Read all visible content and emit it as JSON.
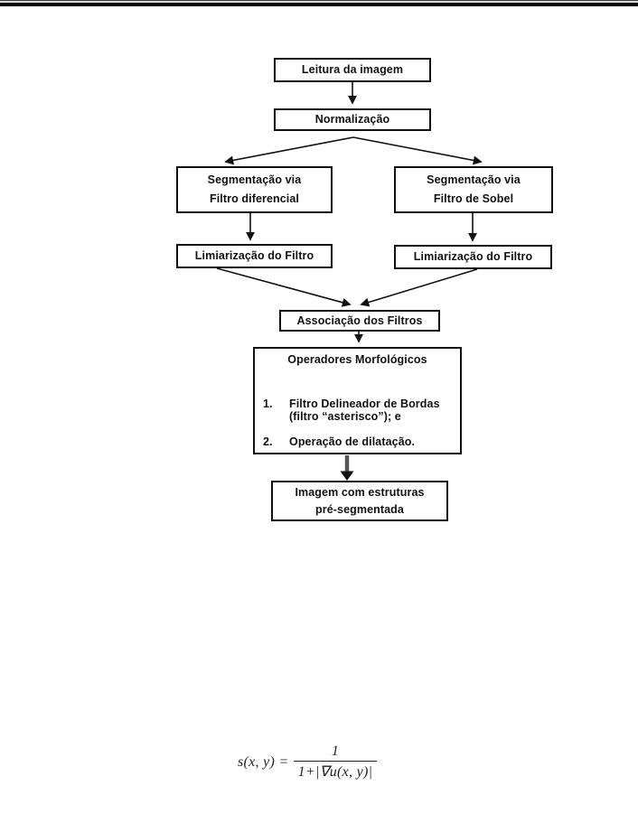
{
  "palette": {
    "ink": "#111111",
    "background": "#ffffff",
    "thick_arrow_shaft": "#555555",
    "top_rule": "#000000"
  },
  "flowchart": {
    "boxes": {
      "leitura": {
        "label": "Leitura da imagem"
      },
      "normalizacao": {
        "label": "Normalização"
      },
      "seg_diferencial": {
        "lines": [
          "Segmentação via",
          "Filtro diferencial"
        ]
      },
      "seg_sobel": {
        "lines": [
          "Segmentação via",
          "Filtro de Sobel"
        ]
      },
      "limiarizacao_esq": {
        "label": "Limiarização do Filtro"
      },
      "limiarizacao_dir": {
        "label": "Limiarização do Filtro"
      },
      "associacao": {
        "label": "Associação dos Filtros"
      },
      "operadores": {
        "title": "Operadores Morfológicos",
        "items": [
          {
            "num": "1.",
            "lines": [
              "Filtro Delineador de Bordas",
              "(filtro “asterisco”); e"
            ]
          },
          {
            "num": "2.",
            "lines": [
              "Operação de dilatação."
            ]
          }
        ]
      },
      "imagem_final": {
        "lines": [
          "Imagem com estruturas",
          "pré-segmentada"
        ]
      }
    },
    "edges": [
      "leitura -> normalizacao",
      "normalizacao -> seg_diferencial",
      "normalizacao -> seg_sobel",
      "seg_diferencial -> limiarizacao_esq",
      "seg_sobel -> limiarizacao_dir",
      "limiarizacao_esq -> associacao",
      "limiarizacao_dir -> associacao",
      "associacao -> operadores",
      "operadores -> imagem_final"
    ]
  },
  "formula": {
    "lhs": "s(x, y) =",
    "numerator": "1",
    "denominator": "1+|∇u(x, y)|"
  }
}
